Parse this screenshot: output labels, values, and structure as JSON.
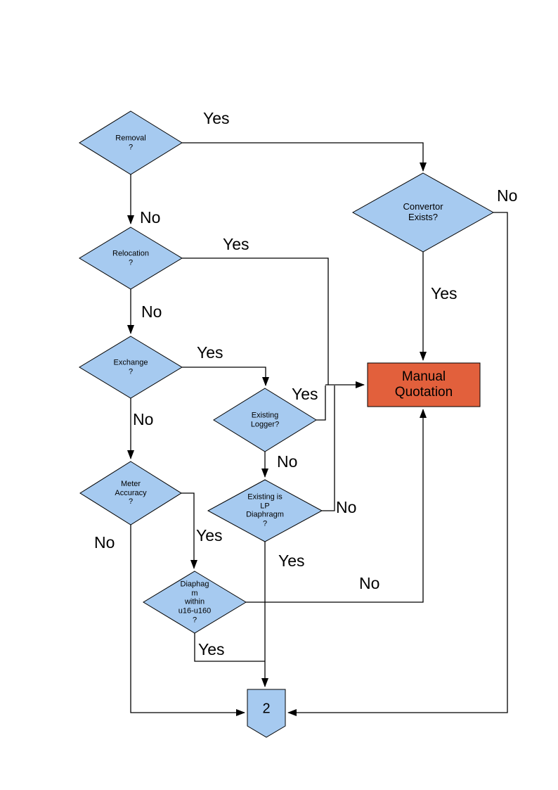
{
  "diagram": {
    "type": "flowchart",
    "colors": {
      "decision_fill": "#A6CAF0",
      "process_fill": "#E2603C",
      "stroke": "#000000",
      "line": "#000000",
      "background": "#FFFFFF"
    },
    "nodes": {
      "removal": {
        "label": "Removal\n?",
        "shape": "decision"
      },
      "convertor_exists": {
        "label": "Convertor\nExists?",
        "shape": "decision"
      },
      "relocation": {
        "label": "Relocation\n?",
        "shape": "decision"
      },
      "exchange": {
        "label": "Exchange\n?",
        "shape": "decision"
      },
      "existing_logger": {
        "label": "Existing\nLogger?",
        "shape": "decision"
      },
      "meter_accuracy": {
        "label": "Meter\nAccuracy\n?",
        "shape": "decision"
      },
      "existing_lp_diaphragm": {
        "label": "Existing is\nLP\nDiaphragm\n?",
        "shape": "decision"
      },
      "diaphragm_range": {
        "label": "Diaphag\nm\nwithin\nu16-u160\n?",
        "shape": "decision"
      },
      "manual_quotation": {
        "label": "Manual\nQuotation",
        "shape": "process"
      },
      "connector_2": {
        "label": "2",
        "shape": "off-page-connector"
      }
    },
    "edge_labels": {
      "removal_yes": "Yes",
      "removal_no": "No",
      "relocation_yes": "Yes",
      "relocation_no": "No",
      "exchange_yes": "Yes",
      "exchange_no": "No",
      "existing_logger_yes": "Yes",
      "existing_logger_no": "No",
      "convertor_no": "No",
      "convertor_yes": "Yes",
      "existing_lp_no": "No",
      "existing_lp_yes": "Yes",
      "meter_accuracy_yes": "Yes",
      "meter_accuracy_no": "No",
      "diaphragm_yes": "Yes",
      "diaphragm_no": "No"
    }
  }
}
